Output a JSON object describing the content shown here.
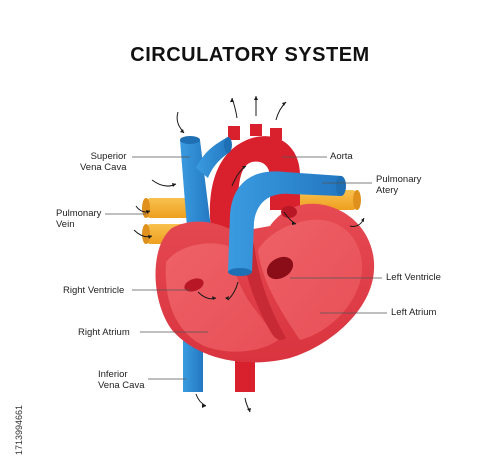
{
  "title": "CIRCULATORY SYSTEM",
  "labels": {
    "superior_vena_cava_1": "Superior",
    "superior_vena_cava_2": "Vena Cava",
    "pulmonary_vein_1": "Pulmonary",
    "pulmonary_vein_2": "Vein",
    "right_ventricle": "Right Ventricle",
    "right_atrium": "Right Atrium",
    "inferior_vena_cava_1": "Inferior",
    "inferior_vena_cava_2": "Vena Cava",
    "aorta": "Aorta",
    "pulmonary_artery_1": "Pulmonary",
    "pulmonary_artery_2": "Atery",
    "left_ventricle": "Left Ventricle",
    "left_atrium": "Left Atrium"
  },
  "stock_id": "1713994661",
  "colors": {
    "heart_outer": "#e8454f",
    "heart_inner": "#f06a6f",
    "heart_dark": "#c8202c",
    "vein_blue": "#2f8fd6",
    "vein_blue_dark": "#1f6fb4",
    "pulmonary_vein_yellow": "#f5b335",
    "aorta_red": "#d9202d",
    "leader_line": "#555555",
    "arrow": "#1a1a1a"
  }
}
